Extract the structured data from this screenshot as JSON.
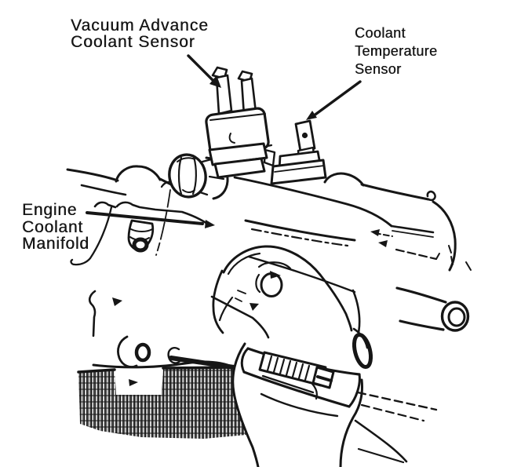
{
  "figure": {
    "kind": "engine-coolant-manifold-illustration",
    "ink_color": "#161616",
    "paper_color": "#ffffff",
    "labels": {
      "vacuum_advance": {
        "lines": [
          "Vacuum Advance",
          "Coolant Sensor"
        ]
      },
      "coolant_temperature": {
        "lines": [
          "Coolant",
          "Temperature",
          "Sensor"
        ]
      },
      "engine_coolant_manifold": {
        "lines": [
          "Engine",
          "Coolant",
          "Manifold"
        ]
      }
    }
  }
}
